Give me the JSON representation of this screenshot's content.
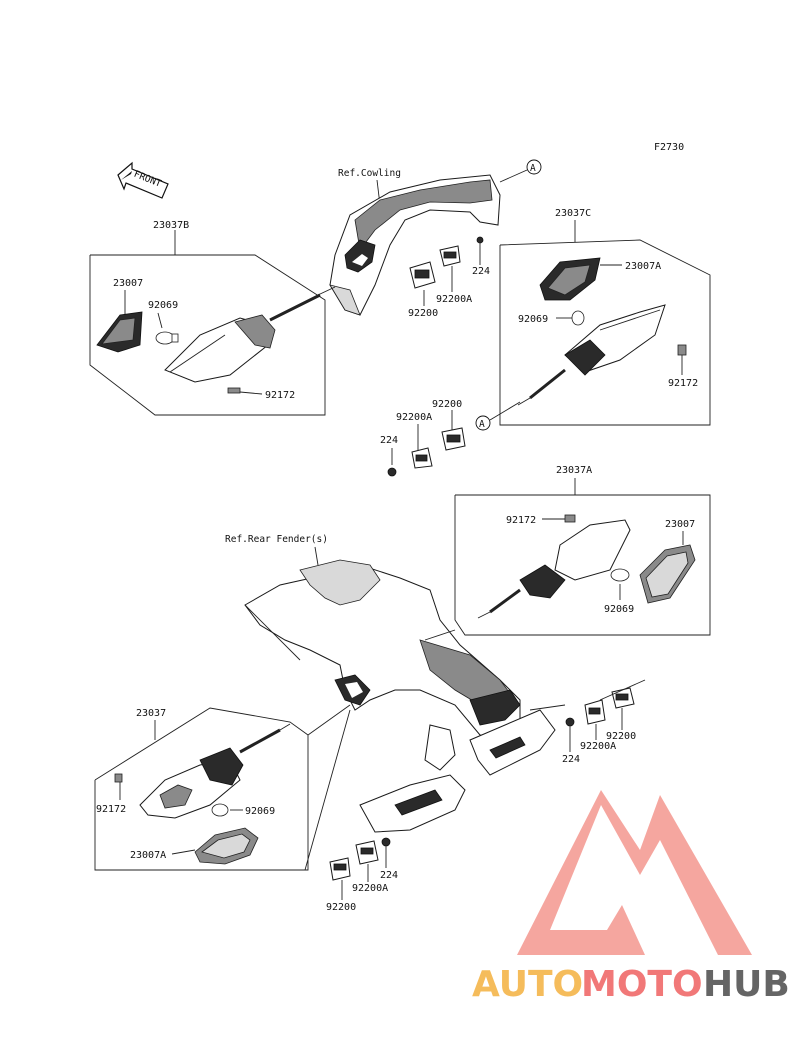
{
  "figure_code": "F2730",
  "front_label": "FRONT",
  "ref_labels": {
    "cowling": "Ref.Cowling",
    "rear_fender": "Ref.Rear Fender(s)"
  },
  "callout_letter": "A",
  "parts": {
    "front_left_assy": "23037B",
    "front_left_lens": "23007",
    "front_left_bulb": "92069",
    "front_left_screw": "92172",
    "front_right_assy": "23037C",
    "front_right_lens": "23007A",
    "front_right_bulb": "92069",
    "front_right_screw": "92172",
    "front_bracket_upper_a": "224",
    "front_bracket_upper_b": "92200A",
    "front_bracket_upper_c": "92200",
    "front_bracket_lower_a": "92200",
    "front_bracket_lower_b": "92200A",
    "front_bracket_lower_c": "224",
    "rear_right_assy": "23037A",
    "rear_right_screw": "92172",
    "rear_right_lens": "23007",
    "rear_right_bulb": "92069",
    "rear_right_bracket_a": "224",
    "rear_right_bracket_b": "92200A",
    "rear_right_bracket_c": "92200",
    "rear_left_assy": "23037",
    "rear_left_screw": "92172",
    "rear_left_bulb": "92069",
    "rear_left_lens": "23007A",
    "rear_left_bracket_a": "224",
    "rear_left_bracket_b": "92200A",
    "rear_left_bracket_c": "92200"
  },
  "watermark": {
    "part1": "AUTO",
    "part2": "MOTO",
    "part3": "HUB",
    "color1": "#f5b54a",
    "color2": "#f06a6a",
    "color3": "#555555",
    "logo_color": "#f28b82"
  }
}
